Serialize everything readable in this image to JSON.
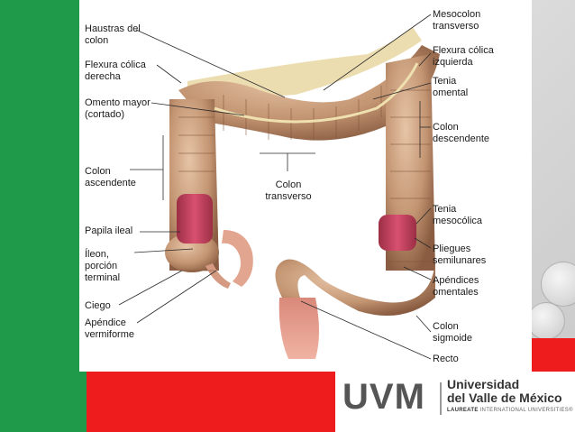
{
  "labels": {
    "haustras": "Haustras del colon",
    "flexura_derecha": "Flexura cólica derecha",
    "omento": "Omento mayor (cortado)",
    "colon_ascendente": "Colon ascendente",
    "papila": "Papila ileal",
    "ileon": "Íleon, porción terminal",
    "ciego": "Ciego",
    "apendice": "Apéndice vermiforme",
    "colon_transverso": "Colon transverso",
    "mesocolon": "Mesocolon transverso",
    "flexura_izquierda": "Flexura cólica izquierda",
    "tenia_omental": "Tenia omental",
    "colon_descendente": "Colon descendente",
    "tenia_mesocolica": "Tenia mesocólica",
    "pliegues": "Pliegues semilunares",
    "apendices": "Apéndices omentales",
    "colon_sigmoide": "Colon sigmoide",
    "recto": "Recto"
  },
  "logo": {
    "uvm": "UVM",
    "line1": "Universidad",
    "line2": "del Valle de México",
    "line3_bold": "LAUREATE",
    "line3": " INTERNATIONAL UNIVERSITIES®"
  },
  "colors": {
    "green": "#1e9a4a",
    "red": "#ee1c1c",
    "colon": "#c89a78",
    "mucosa": "#c0405a"
  }
}
